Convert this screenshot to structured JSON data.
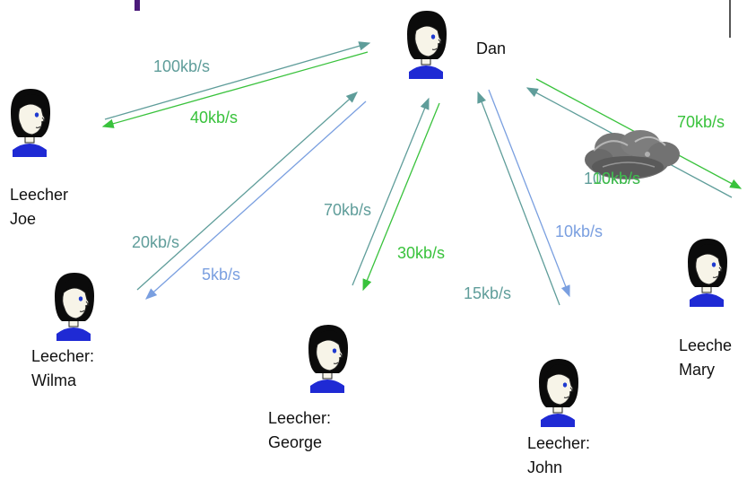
{
  "colors": {
    "teal": "#5f9d9a",
    "green": "#39c23c",
    "blue": "#7a9fe0",
    "hair": "#0b0b0b",
    "face": "#f7f4e8",
    "shirt": "#1f2ad4",
    "eye": "#1f3ad0",
    "cloud": "#6f6f6f"
  },
  "nodes": {
    "dan": {
      "line1": "Dan"
    },
    "joe": {
      "line1": "Leecher",
      "line2": "Joe"
    },
    "wilma": {
      "line1": "Leecher:",
      "line2": "Wilma"
    },
    "george": {
      "line1": "Leecher:",
      "line2": "George"
    },
    "john": {
      "line1": "Leecher:",
      "line2": "John"
    },
    "mary": {
      "line1": "Leeche",
      "line2": "Mary"
    }
  },
  "rates": {
    "joe_upload": "100kb/s",
    "joe_download": "40kb/s",
    "wilma_upload": "20kb/s",
    "wilma_download": "5kb/s",
    "george_upload": "70kb/s",
    "george_download": "30kb/s",
    "john_upload": "15kb/s",
    "john_download": "10kb/s",
    "mary_download": "70kb/s",
    "mary_overlap_a": "100kb/s",
    "mary_overlap_b": "10kb/s"
  },
  "icons": {
    "person": "person-icon",
    "cloud": "storm-cloud-icon"
  }
}
